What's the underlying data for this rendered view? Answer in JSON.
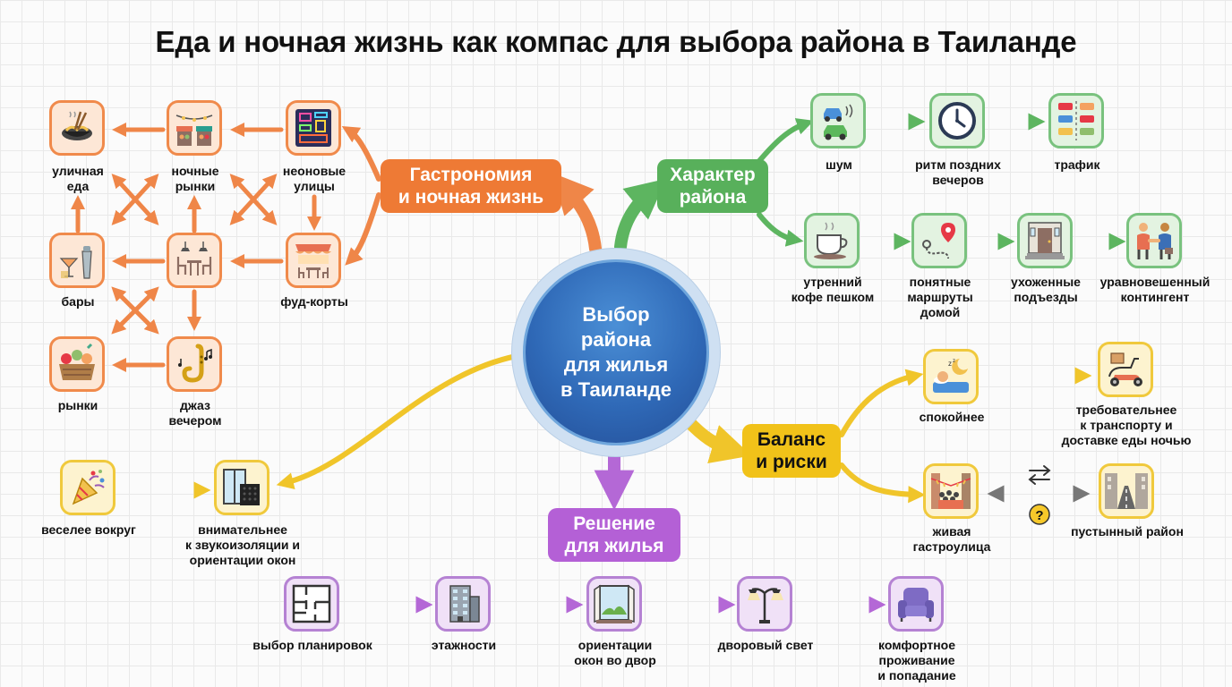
{
  "title": "Еда и ночная жизнь как компас для выбора района в Таиланде",
  "center": "Выбор\nрайона\nдля жилья\nв Таиланде",
  "hubs": {
    "gastro": "Гастрономия\nи ночная жизнь",
    "character": "Характер\nрайона",
    "balance": "Баланс\nи риски",
    "decision": "Решение\nдля жилья"
  },
  "gastro": {
    "street_food": "уличная\nеда",
    "night_markets": "ночные\nрынки",
    "neon_streets": "неоновые\nулицы",
    "bars": "бары",
    "food_courts": "фуд-корты",
    "markets": "рынки",
    "jazz": "джаз\nвечером"
  },
  "character": {
    "noise": "шум",
    "late_rhythm": "ритм поздних\nвечеров",
    "traffic": "трафик",
    "morning_coffee": "утренний\nкофе пешком",
    "routes": "понятные\nмаршруты\nдомой",
    "entrances": "ухоженные\nподъезды",
    "contingent": "уравновешенный\nконтингент"
  },
  "balance": {
    "calmer": "спокойнее",
    "demanding": "требовательнее\nк транспорту и\nдоставке еды ночью",
    "lively": "живая\nгастроулица",
    "deserted": "пустынный район"
  },
  "noise_side": {
    "fun": "веселее вокруг",
    "attentive": "внимательнее\nк звукоизоляции и\nориентации окон"
  },
  "decision": {
    "layouts": "выбор планировок",
    "floors": "этажности",
    "orientation": "ориентации\nокон во двор",
    "yard_light": "дворовый свет",
    "comfort": "комфортное проживание\nи попадание"
  },
  "icons": {
    "street_food": "noodle-bowl-icon",
    "night_markets": "market-stalls-icon",
    "neon_streets": "neon-signs-icon",
    "bars": "cocktail-shaker-icon",
    "food_courts": "food-court-icon",
    "hall": "dining-hall-icon",
    "markets": "produce-basket-icon",
    "jazz": "saxophone-icon",
    "noise": "cars-noise-icon",
    "late_rhythm": "clock-icon",
    "traffic": "traffic-jam-icon",
    "morning_coffee": "coffee-cup-icon",
    "routes": "route-pin-icon",
    "entrances": "entrance-door-icon",
    "contingent": "handshake-icon",
    "calmer": "sleeping-person-icon",
    "demanding": "delivery-scooter-icon",
    "lively": "crowded-street-icon",
    "deserted": "empty-street-icon",
    "fun": "party-popper-icon",
    "attentive": "window-panel-icon",
    "layouts": "floor-plan-icon",
    "floors": "building-icon",
    "orientation": "open-window-icon",
    "yard_light": "street-lamp-icon",
    "comfort": "armchair-icon",
    "swap": "swap-arrows-icon",
    "question": "question-icon"
  },
  "colors": {
    "orange": "#ee7a35",
    "green": "#58b05b",
    "yellow": "#f1c219",
    "purple": "#b460d6",
    "blue": "#2f69b7"
  }
}
